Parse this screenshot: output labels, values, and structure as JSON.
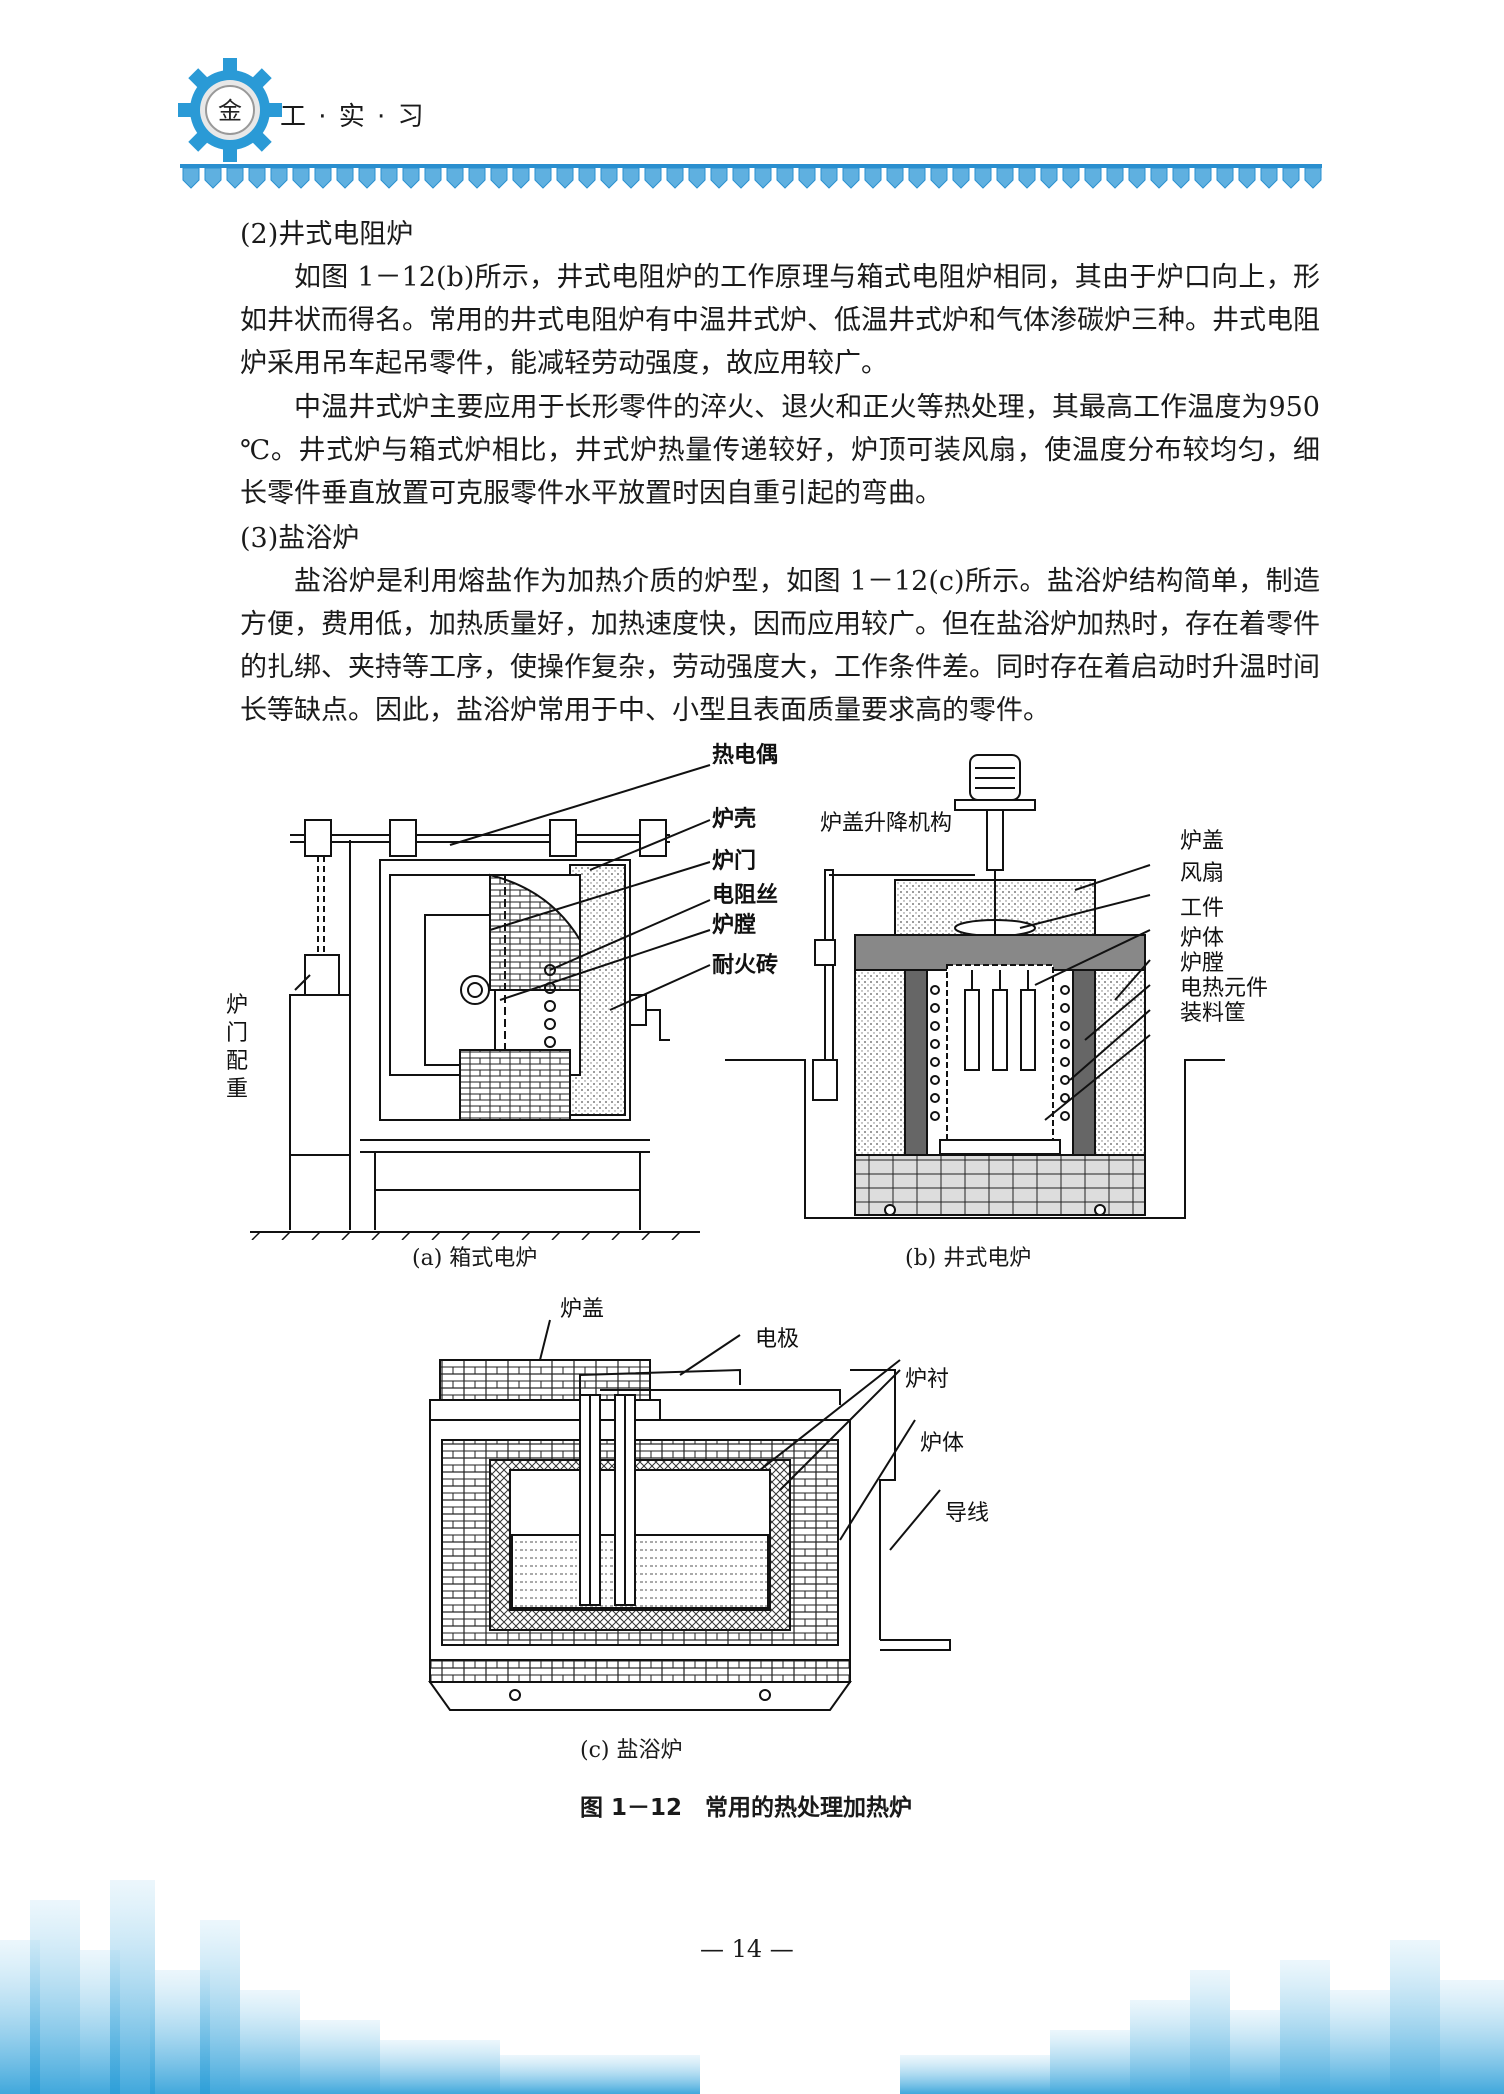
{
  "header": {
    "logo_char": "金",
    "title": "工 · 实 · 习"
  },
  "section2": {
    "heading": "(2)井式电阻炉",
    "para1": "如图 1－12(b)所示，井式电阻炉的工作原理与箱式电阻炉相同，其由于炉口向上，形如井状而得名。常用的井式电阻炉有中温井式炉、低温井式炉和气体渗碳炉三种。井式电阻炉采用吊车起吊零件，能减轻劳动强度，故应用较广。",
    "para2": "中温井式炉主要应用于长形零件的淬火、退火和正火等热处理，其最高工作温度为950 ℃。井式炉与箱式炉相比，井式炉热量传递较好，炉顶可装风扇，使温度分布较均匀，细长零件垂直放置可克服零件水平放置时因自重引起的弯曲。"
  },
  "section3": {
    "heading": "(3)盐浴炉",
    "para1": "盐浴炉是利用熔盐作为加热介质的炉型，如图 1－12(c)所示。盐浴炉结构简单，制造方便，费用低，加热质量好，加热速度快，因而应用较广。但在盐浴炉加热时，存在着零件的扎绑、夹持等工序，使操作复杂，劳动强度大，工作条件差。同时存在着启动时升温时间长等缺点。因此，盐浴炉常用于中、小型且表面质量要求高的零件。"
  },
  "figure": {
    "a": {
      "labels": [
        "热电偶",
        "炉壳",
        "炉门",
        "电阻丝",
        "炉膛",
        "耐火砖"
      ],
      "side_label": [
        "炉",
        "门",
        "配",
        "重"
      ],
      "caption": "(a) 箱式电炉"
    },
    "b": {
      "label_left": "炉盖升降机构",
      "labels": [
        "炉盖",
        "风扇",
        "工件",
        "炉体",
        "炉膛",
        "电热元件",
        "装料筐"
      ],
      "caption": "(b) 井式电炉"
    },
    "c": {
      "labels": [
        "炉盖",
        "电极",
        "炉衬",
        "炉体",
        "导线"
      ],
      "caption": "(c) 盐浴炉"
    },
    "title": "图 1－12　常用的热处理加热炉"
  },
  "page_number": "— 14 —",
  "colors": {
    "accent": "#2a8fcf",
    "city": "#8cc8e8"
  }
}
